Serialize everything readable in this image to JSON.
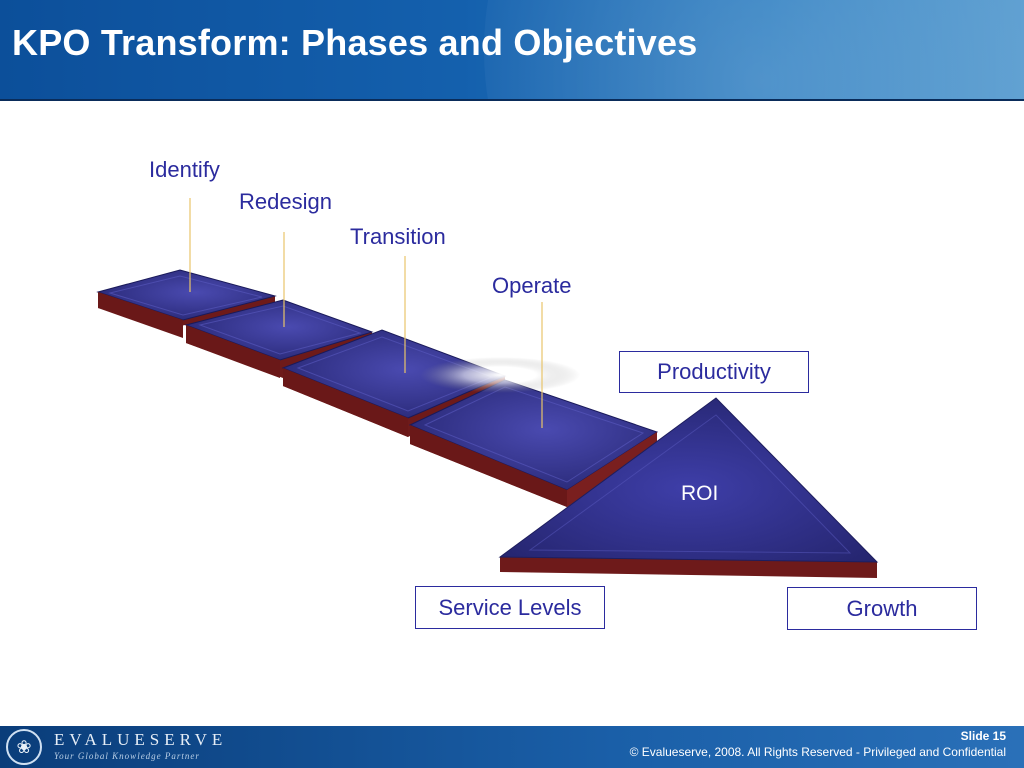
{
  "slide": {
    "title": "KPO Transform: Phases and Objectives"
  },
  "phases": {
    "identify": "Identify",
    "redesign": "Redesign",
    "transition": "Transition",
    "operate": "Operate"
  },
  "objectives": {
    "productivity": "Productivity",
    "roi": "ROI",
    "service_levels": "Service Levels",
    "growth": "Growth"
  },
  "footer": {
    "brand": "EVALUESERVE",
    "tagline": "Your Global Knowledge Partner",
    "slide_number": "Slide 15",
    "copyright": "© Evalueserve, 2008. All Rights Reserved - Privileged and Confidential"
  },
  "colors": {
    "header_blue": "#1460ad",
    "tile_top": "#27277a",
    "tile_side": "#6e1a1a",
    "text_blue": "#2b2b9e",
    "leader_line": "#e8c46a"
  }
}
